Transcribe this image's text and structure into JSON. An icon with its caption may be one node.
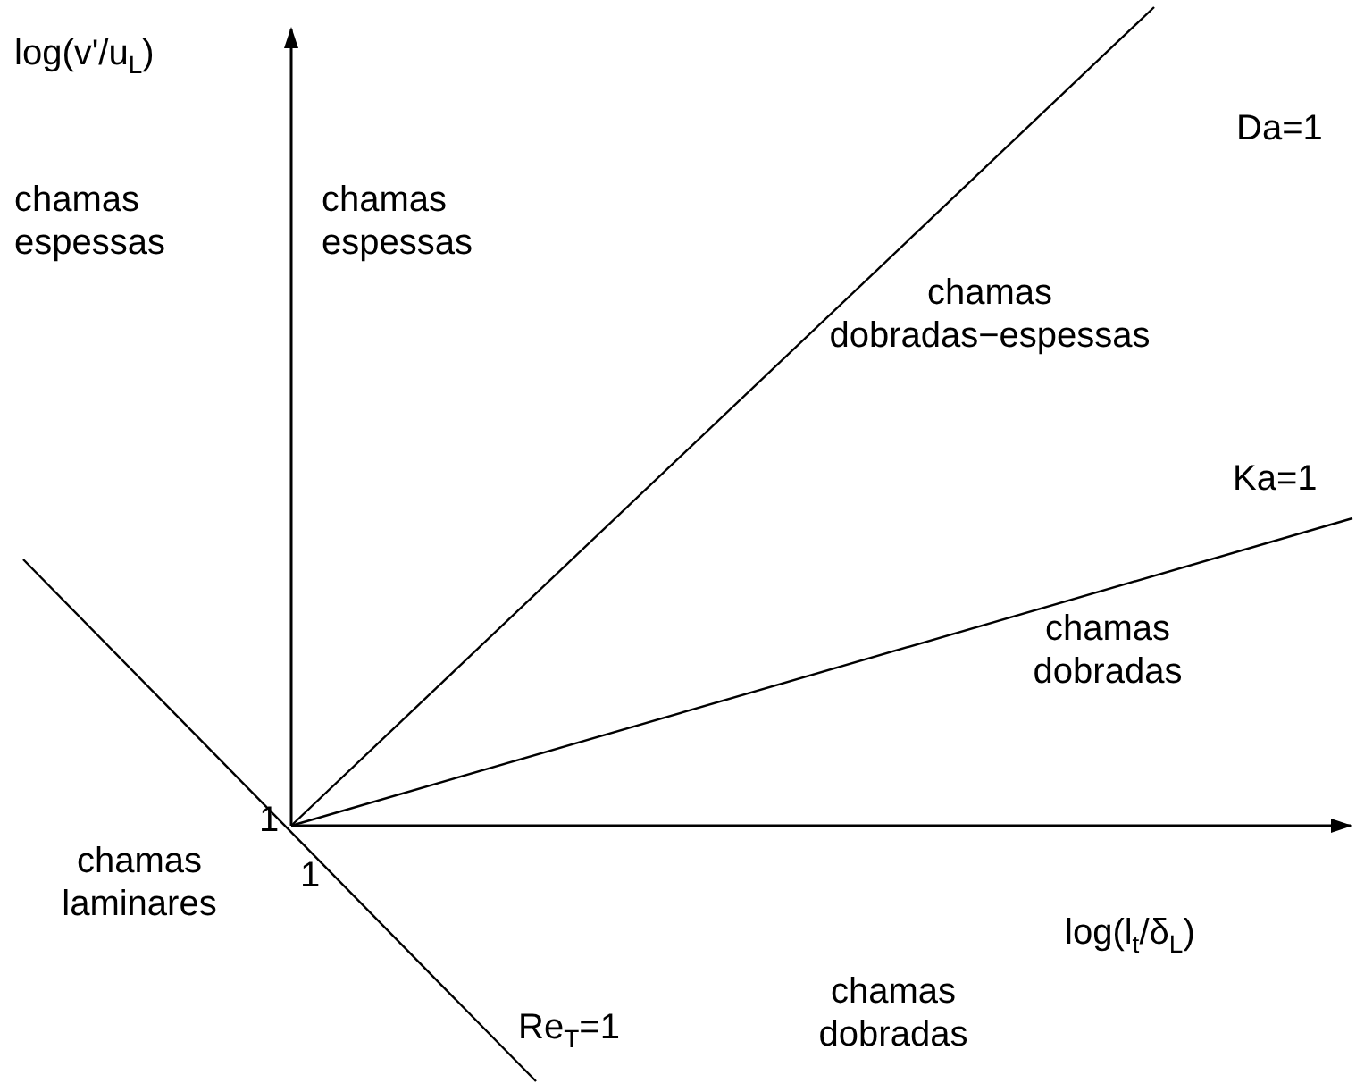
{
  "diagram": {
    "labels": [
      "log(v'/u$_{L}$)",
      "chamas espessas",
      "chamas espessas",
      "Da=1",
      "chamas dobradas−espessas",
      "Ka=1",
      "chamas dobradas",
      "1",
      "1",
      "chamas laminares",
      "log(l$_{t}$/δ$_{L}$)",
      "Re$_{T}$=1",
      "chamas dobradas"
    ]
  }
}
